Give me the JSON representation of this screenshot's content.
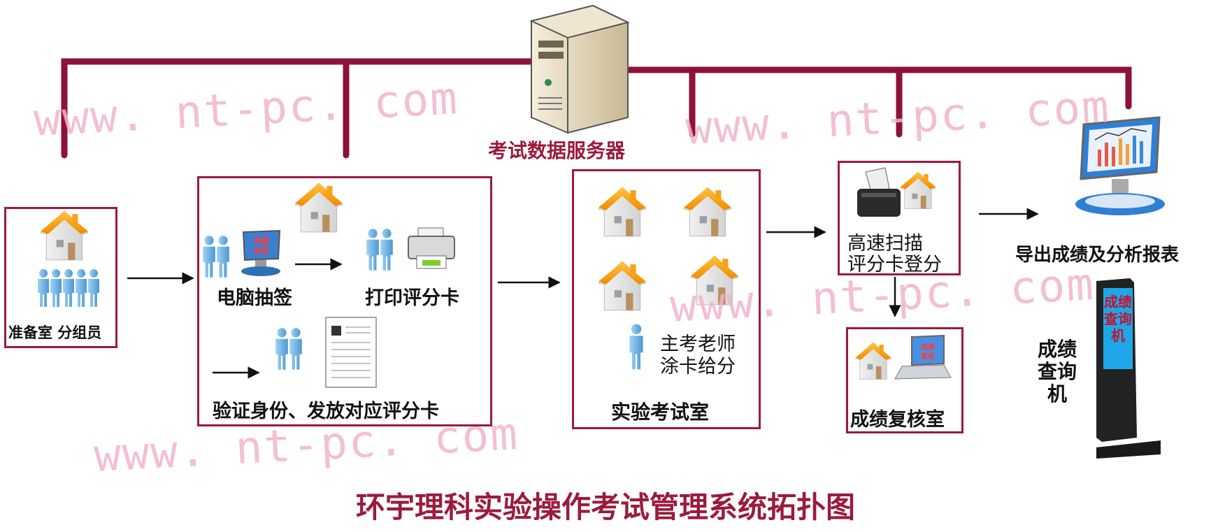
{
  "server": {
    "label": "考试数据服务器"
  },
  "watermark": "www. nt-pc. com",
  "title": "环宇理科实验操作考试管理系统拓扑图",
  "prep": {
    "label": "准备室  分组员"
  },
  "process_box": {
    "lottery": "电脑抽签",
    "print": "打印评分卡",
    "verify": "验证身份、发放对应评分卡",
    "monitor_text": [
      "电脑",
      "抽签"
    ]
  },
  "exam_room": {
    "teacher_line1": "主考老师",
    "teacher_line2": "涂卡给分",
    "label": "实验考试室"
  },
  "scan": {
    "line1": "高速扫描",
    "line2": "评分卡登分"
  },
  "review": {
    "label": "成绩复核室",
    "screen_text": [
      "成绩",
      "复核"
    ]
  },
  "export": {
    "label": "导出成绩及分析报表"
  },
  "kiosk": {
    "label": [
      "成绩",
      "查询",
      "机"
    ],
    "screen_text": [
      "成绩",
      "查询",
      "机"
    ]
  },
  "colors": {
    "accent": "#9b1b3c",
    "watermark": "#f2b4cc",
    "house_roof": "#f39c12",
    "person": "#6fb6e8"
  }
}
